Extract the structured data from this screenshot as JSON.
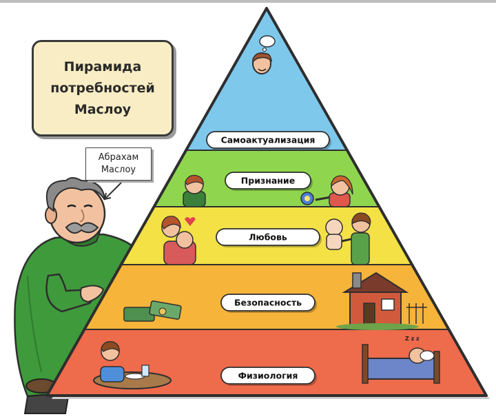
{
  "title": {
    "line1": "Пирамида",
    "line2": "потребностей",
    "line3": "Маслоу"
  },
  "author_caption": {
    "line1": "Абрахам",
    "line2": "Маслоу"
  },
  "levels": [
    {
      "label": "Самоактуализация",
      "color": "#7ec8ec"
    },
    {
      "label": "Признание",
      "color": "#8fd64e"
    },
    {
      "label": "Любовь",
      "color": "#f3e146"
    },
    {
      "label": "Безопасность",
      "color": "#f6b43a"
    },
    {
      "label": "Физиология",
      "color": "#ee6b4c"
    }
  ],
  "sleep_mark": "Z z z",
  "colors": {
    "outline": "#2e2e2e",
    "title_box_bg": "#f8edc4",
    "sweater": "#3f9a3c",
    "skin": "#f2c2a0",
    "hair": "#8a8a8a"
  }
}
